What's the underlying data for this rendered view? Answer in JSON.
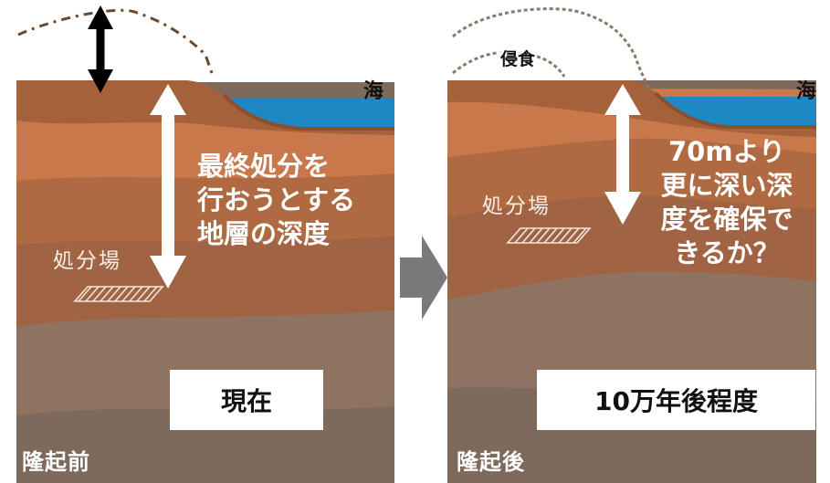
{
  "left_panel": {
    "sea_label": "海",
    "depth_text_lines": [
      "最終処分を",
      "行おうとする",
      "地層の深度"
    ],
    "disposal_label": "処分場",
    "time_box": "現在",
    "bottom_label": "隆起前"
  },
  "right_panel": {
    "sea_label": "海",
    "erosion_label": "侵食",
    "depth_text_lines": [
      "70mより",
      "更に深い深",
      "度を確保で",
      "きるか？"
    ],
    "disposal_label": "処分場",
    "time_box": "10万年後程度",
    "bottom_label": "隆起後"
  },
  "colors": {
    "sea": "#1e88c4",
    "surface_layer": "#a5623a",
    "layer_1": "#c8784a",
    "layer_2": "#b06a42",
    "layer_3": "#a06445",
    "layer_4": "#8e7460",
    "layer_5": "#7d6a5c",
    "arrow_gray": "#7a7a7a"
  }
}
